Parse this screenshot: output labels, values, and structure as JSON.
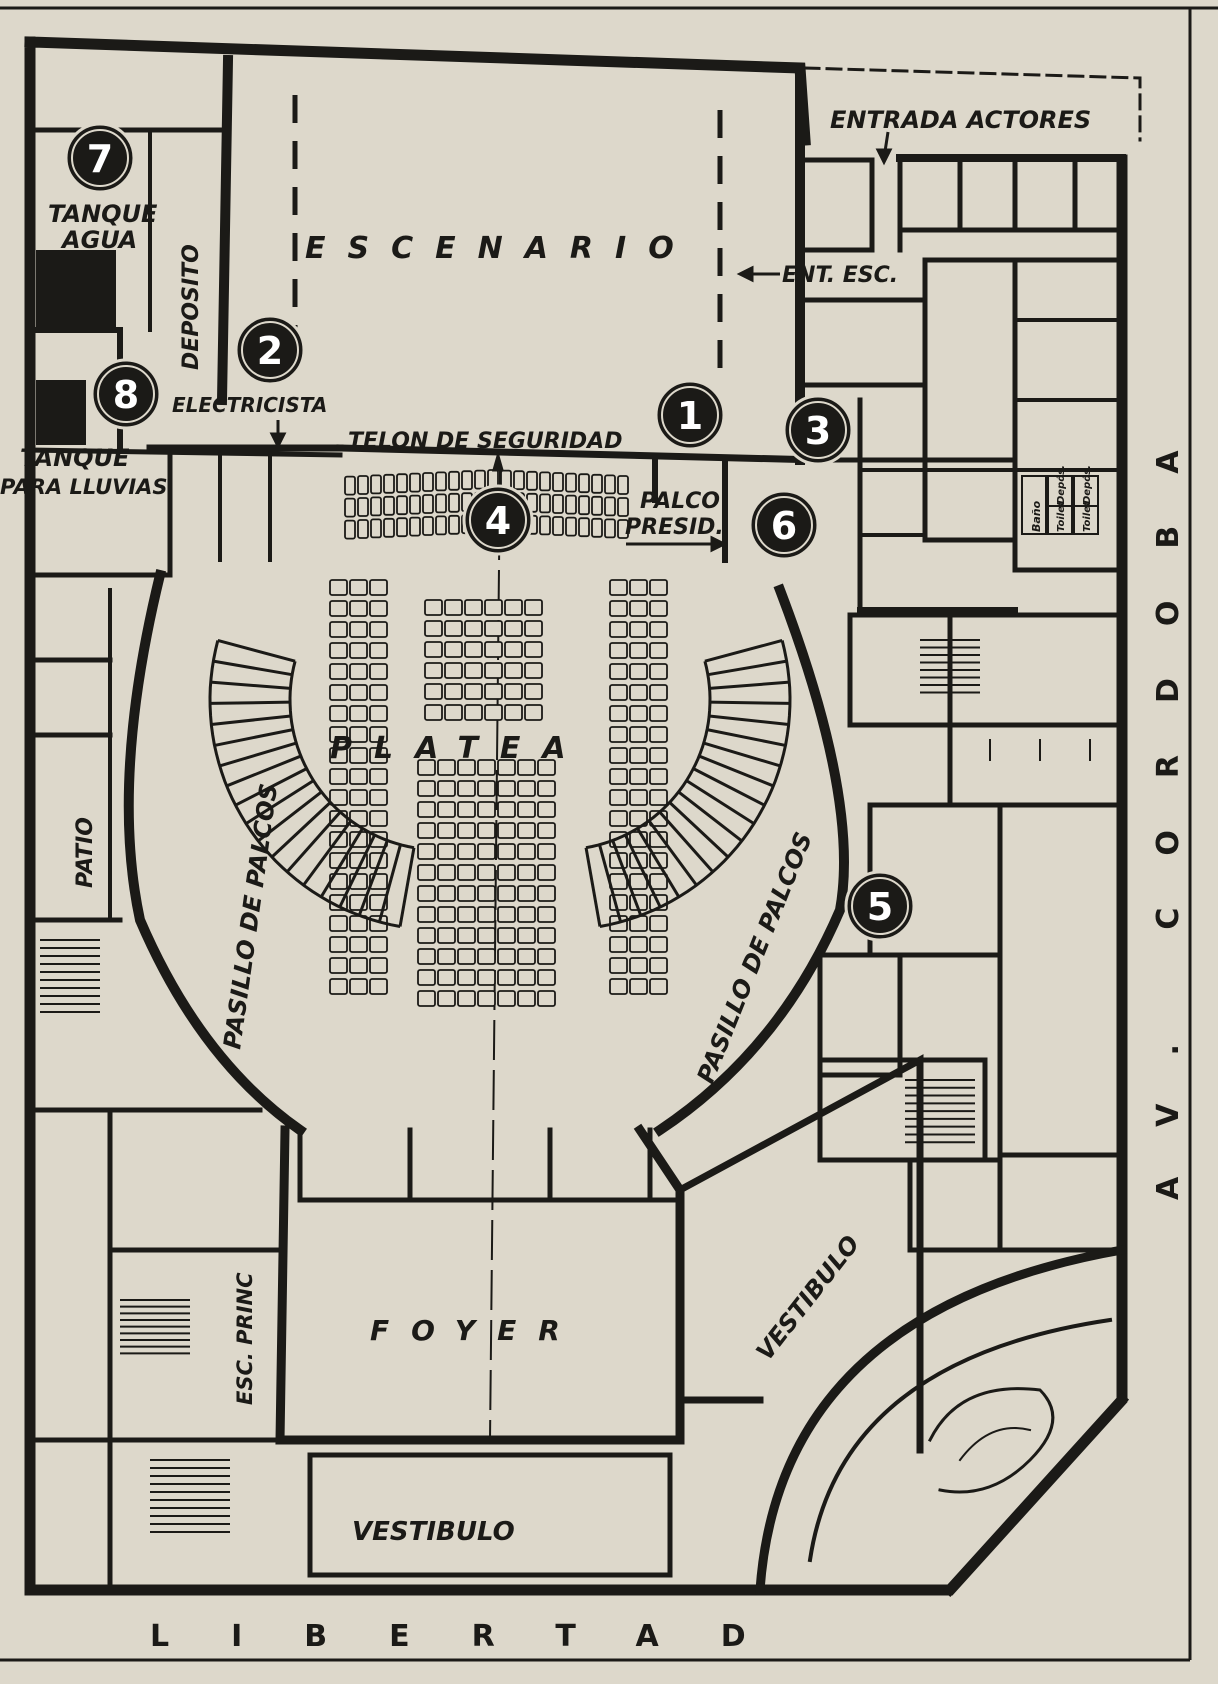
{
  "labels": {
    "entrada_actores": "ENTRADA ACTORES",
    "tanque_agua_1": "TANQUE",
    "tanque_agua_2": "AGUA",
    "deposito": "DEPOSITO",
    "escenario": "ESCENARIO",
    "ent_esc": "ENT. ESC.",
    "electricista": "ELECTRICISTA",
    "telon": "TELON DE SEGURIDAD",
    "tanque_lluvias_1": "TANQUE",
    "tanque_lluvias_2": "PARA LLUVIAS",
    "palco_presid_1": "PALCO",
    "palco_presid_2": "PRESID.",
    "platea": "PLATEA",
    "patio": "PATIO",
    "pasillo_izq": "PASILLO DE PALCOS",
    "pasillo_der": "PASILLO DE PALCOS",
    "esc_princ": "ESC. PRINC",
    "foyer": "FOYER",
    "vestibulo_der": "VESTIBULO",
    "vestibulo_inf": "VESTIBULO",
    "banos": [
      "Baño",
      "Depós.",
      "Depós.",
      "Toilet",
      "Toilet"
    ]
  },
  "streets": {
    "bottom": "LIBERTAD",
    "right": "AV. CORDOBA"
  },
  "markers": [
    "1",
    "2",
    "3",
    "4",
    "5",
    "6",
    "7",
    "8"
  ],
  "colors": {
    "paper": "#ddd8cb",
    "ink": "#1b1a17"
  }
}
